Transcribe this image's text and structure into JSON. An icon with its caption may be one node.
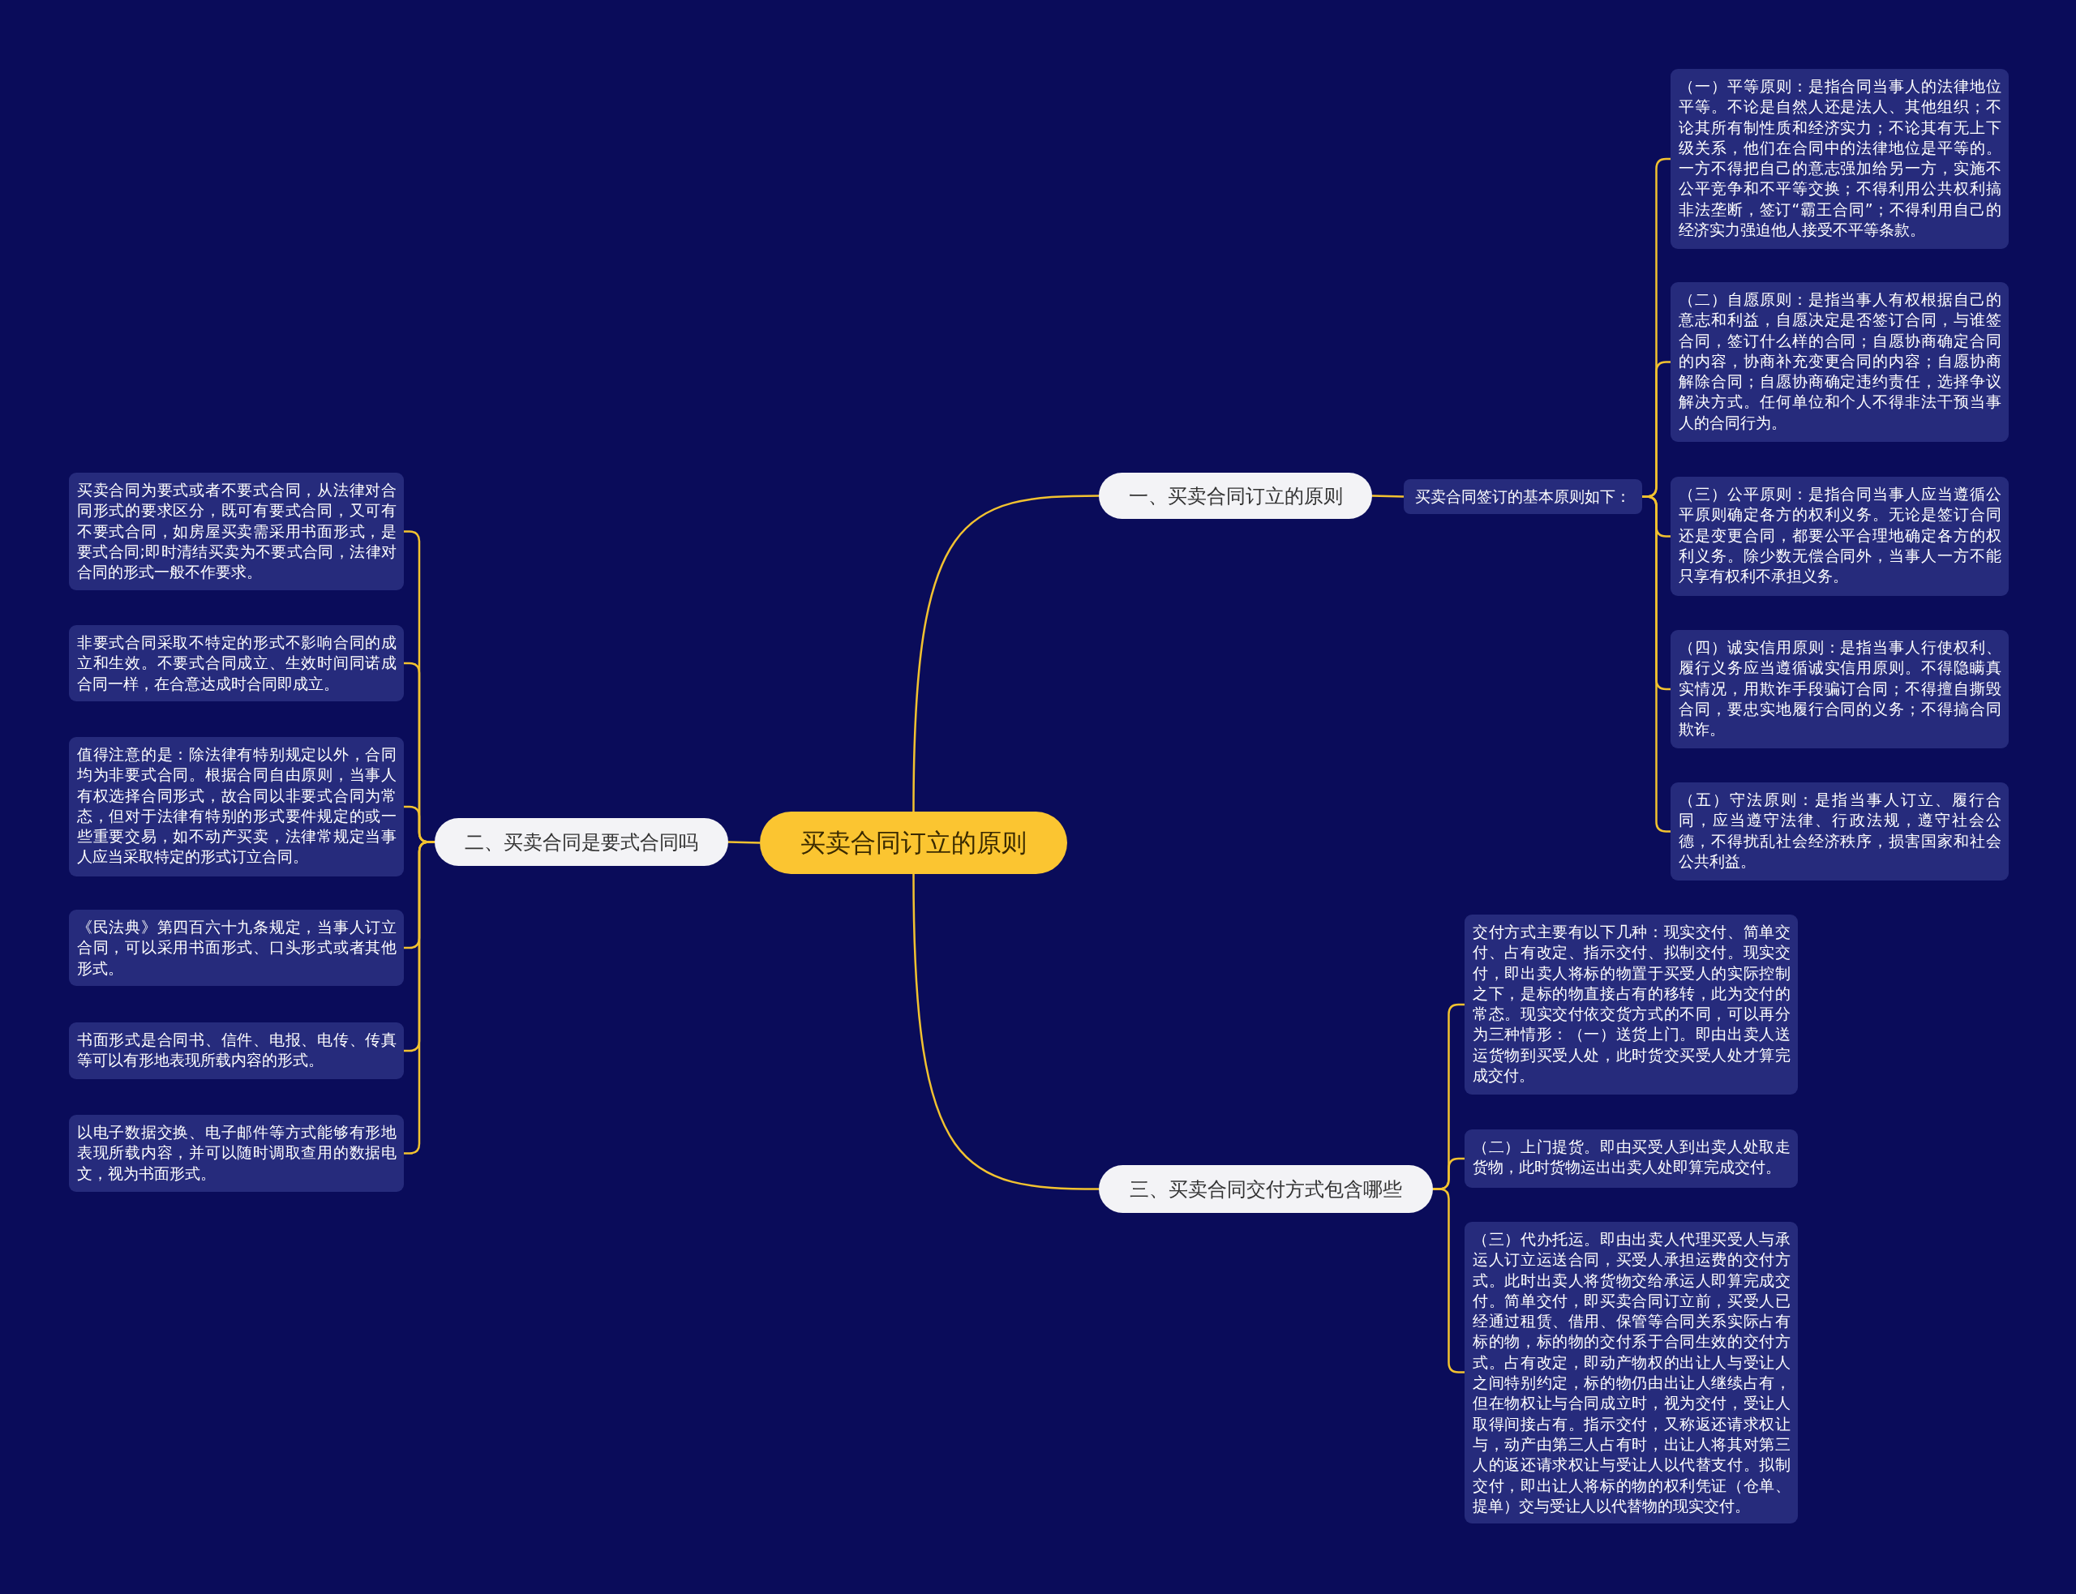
{
  "diagram": {
    "nodes": [
      {
        "text": [
          "买卖合同订立的原则"
        ]
      },
      {
        "text": [
          "一、买卖合同订立的原则"
        ]
      },
      {
        "text": [
          "买卖合同签订的基本原则如下："
        ]
      },
      {
        "text": [
          "（一）平等原则：是指合同当事人的法律地位平等。不论是自然人还是法人、其他组织；不论其所有制性质和经济实力；不论其有无上下级关系，他们在合同中的法律地位是平等的。一方不得把自己的意志强加给另一方，实施不公平竞争和不平等交换；不得利用公共权利搞非法垄断，签订“霸王合同”；不得利用自己的经济实力强迫他人接受不平等条款。"
        ]
      },
      {
        "text": [
          "（二）自愿原则：是指当事人有权根据自己的意志和利益，自愿决定是否签订合同，与谁签合同，签订什么样的合同；自愿协商确定合同的内容，协商补充变更合同的内容；自愿协商解除合同；自愿协商确定违约责任，选择争议解决方式。任何单位和个人不得非法干预当事人的合同行为。"
        ]
      },
      {
        "text": [
          "（三）公平原则：是指合同当事人应当遵循公平原则确定各方的权利义务。无论是签订合同还是变更合同，都要公平合理地确定各方的权利义务。除少数无偿合同外，当事人一方不能只享有权利不承担义务。"
        ]
      },
      {
        "text": [
          "（四）诚实信用原则：是指当事人行使权利、履行义务应当遵循诚实信用原则。不得隐瞒真实情况，用欺诈手段骗订合同；不得擅自撕毁合同，要忠实地履行合同的义务；不得搞合同欺诈。"
        ]
      },
      {
        "text": [
          "（五）守法原则：是指当事人订立、履行合同，应当遵守法律、行政法规，遵守社会公德，不得扰乱社会经济秩序，损害国家和社会公共利益。"
        ]
      },
      {
        "text": [
          "二、买卖合同是要式合同吗"
        ]
      },
      {
        "text": [
          "买卖合同为要式或者不要式合同，从法律对合同形式的要求区分，既可有要式合同，又可有不要式合同，如房屋买卖需采用书面形式，是要式合同;即时清结买卖为不要式合同，法律对合同的形式一般不作要求。"
        ]
      },
      {
        "text": [
          "非要式合同采取不特定的形式不影响合同的成立和生效。不要式合同成立、生效时间同诺成合同一样，在合意达成时合同即成立。"
        ]
      },
      {
        "text": [
          "值得注意的是：除法律有特别规定以外，合同均为非要式合同。根据合同自由原则，当事人有权选择合同形式，故合同以非要式合同为常态，但对于法律有特别的形式要件规定的或一些重要交易，如不动产买卖，法律常规定当事人应当采取特定的形式订立合同。"
        ]
      },
      {
        "text": [
          "《民法典》第四百六十九条规定，当事人订立合同，可以采用书面形式、口头形式或者其他形式。"
        ]
      },
      {
        "text": [
          "书面形式是合同书、信件、电报、电传、传真等可以有形地表现所载内容的形式。"
        ]
      },
      {
        "text": [
          "以电子数据交换、电子邮件等方式能够有形地表现所载内容，并可以随时调取查用的数据电文，视为书面形式。"
        ]
      },
      {
        "text": [
          "三、买卖合同交付方式包含哪些"
        ]
      },
      {
        "text": [
          "交付方式主要有以下几种：现实交付、简单交付、占有改定、指示交付、拟制交付。现实交付，即出卖人将标的物置于买受人的实际控制之下，是标的物直接占有的移转，此为交付的常态。现实交付依交货方式的不同，可以再分为三种情形：（一）送货上门。即由出卖人送运货物到买受人处，此时货交买受人处才算完成交付。"
        ]
      },
      {
        "text": [
          "（二）上门提货。即由买受人到出卖人处取走货物，此时货物运出出卖人处即算完成交付。"
        ]
      },
      {
        "text": [
          "（三）代办托运。即由出卖人代理买受人与承运人订立运送合同，买受人承担运费的交付方式。此时出卖人将货物交给承运人即算完成交付。简单交付，即买卖合同订立前，买受人已经通过租赁、借用、保管等合同关系实际占有标的物，标的物的交付系于合同生效的交付方式。占有改定，即动产物权的出让人与受让人之间特别约定，标的物仍由出让人继续占有，但在物权让与合同成立时，视为交付，受让人取得间接占有。指示交付，又称返还请求权让与，动产由第三人占有时，出让人将其对第三人的返还请求权让与受让人以代替支付。拟制交付，即出让人将标的物的权利凭证（仓单、提单）交与受让人以代替物的现实交付。"
        ]
      }
    ],
    "edges": [
      {
        "from": 0,
        "to": 1,
        "arrow": "none"
      },
      {
        "from": 1,
        "to": 2,
        "arrow": "none"
      },
      {
        "from": 2,
        "to": 3,
        "arrow": "none"
      },
      {
        "from": 2,
        "to": 4,
        "arrow": "none"
      },
      {
        "from": 2,
        "to": 5,
        "arrow": "none"
      },
      {
        "from": 2,
        "to": 6,
        "arrow": "none"
      },
      {
        "from": 2,
        "to": 7,
        "arrow": "none"
      },
      {
        "from": 0,
        "to": 8,
        "arrow": "none"
      },
      {
        "from": 8,
        "to": 9,
        "arrow": "none"
      },
      {
        "from": 8,
        "to": 10,
        "arrow": "none"
      },
      {
        "from": 8,
        "to": 11,
        "arrow": "none"
      },
      {
        "from": 8,
        "to": 12,
        "arrow": "none"
      },
      {
        "from": 8,
        "to": 13,
        "arrow": "none"
      },
      {
        "from": 8,
        "to": 14,
        "arrow": "none"
      },
      {
        "from": 0,
        "to": 15,
        "arrow": "none"
      },
      {
        "from": 15,
        "to": 16,
        "arrow": "none"
      },
      {
        "from": 15,
        "to": 17,
        "arrow": "none"
      },
      {
        "from": 15,
        "to": 18,
        "arrow": "none"
      }
    ]
  }
}
